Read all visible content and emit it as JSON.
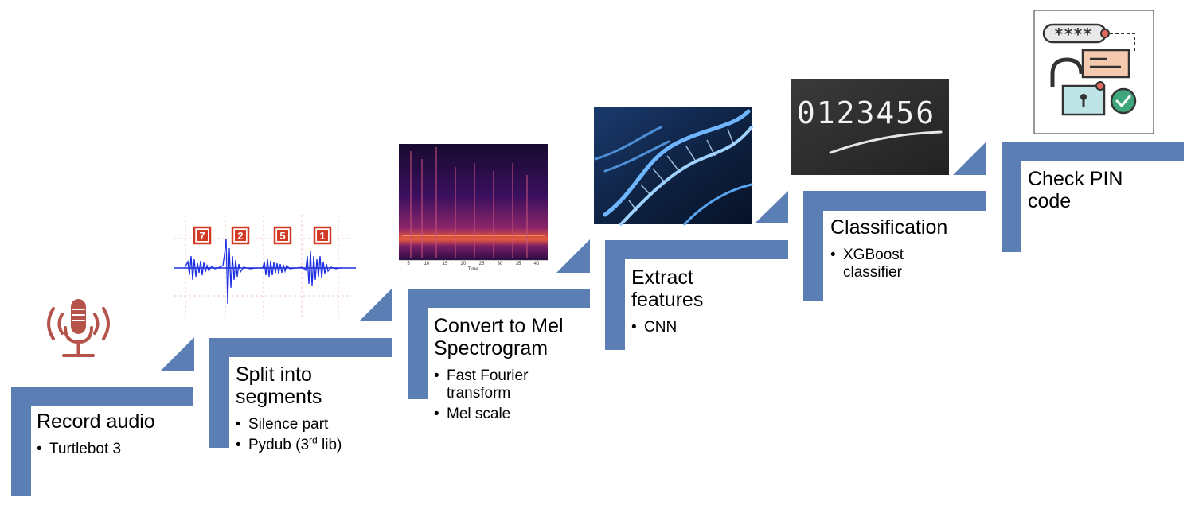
{
  "colors": {
    "stair": "#5b7fb5",
    "mic": "#b5534b",
    "waveform": "#1c2ee0",
    "digit_badge": "#d33a26",
    "spectrogram_bg": "#170a2f",
    "dna_bg": "#0d1f3d",
    "chalkboard": "#2f2f2f",
    "lock_teal": "#bfe4e6",
    "lock_orange": "#f5c9ad",
    "check_green": "#3ea67a"
  },
  "steps": [
    {
      "title": "Record audio",
      "bullets": [
        {
          "text": "Turtlebot 3"
        }
      ],
      "image_icon": "microphone-icon"
    },
    {
      "title_lines": [
        "Split into",
        "segments"
      ],
      "bullets": [
        {
          "text": "Silence part"
        },
        {
          "text_before": "Pydub (3",
          "sup": "rd",
          "text_after": " lib)"
        }
      ],
      "image_icon": "waveform-segments-image",
      "digit_labels": [
        "7",
        "2",
        "5",
        "1"
      ]
    },
    {
      "title_lines": [
        "Convert to Mel",
        "Spectrogram"
      ],
      "bullets": [
        {
          "text_lines": [
            "Fast Fourier",
            "transform"
          ]
        },
        {
          "text": "Mel scale"
        }
      ],
      "image_icon": "mel-spectrogram-image",
      "spectrogram_axis": {
        "ticks": [
          "5",
          "10",
          "15",
          "20",
          "25",
          "30",
          "35",
          "40"
        ],
        "label": "Time"
      }
    },
    {
      "title_lines": [
        "Extract",
        "features"
      ],
      "bullets": [
        {
          "text": "CNN"
        }
      ],
      "image_icon": "dna-helix-image"
    },
    {
      "title": "Classification",
      "bullets": [
        {
          "text_lines": [
            "XGBoost",
            "classifier"
          ]
        }
      ],
      "image_icon": "chalkboard-digits-image",
      "chalkboard_text": "0123456"
    },
    {
      "title_lines": [
        "Check PIN",
        "code"
      ],
      "bullets": [],
      "image_icon": "pin-lock-icon",
      "pin_mask": "****"
    }
  ]
}
